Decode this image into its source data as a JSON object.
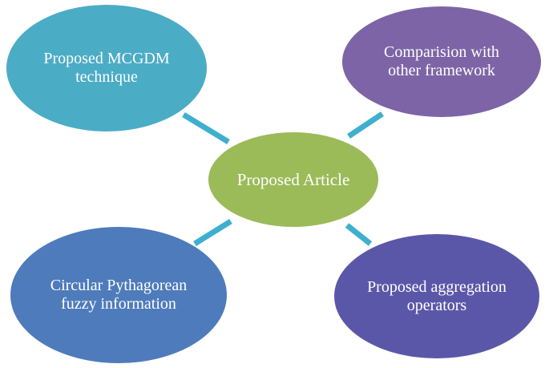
{
  "figure": {
    "background_color": "#ffffff",
    "text_color": "#ffffff",
    "connector_color": "#3fafd0",
    "center": {
      "label": "Proposed Article",
      "color": "#9bbb59"
    },
    "nodes": {
      "top_left": {
        "lines": [
          "Proposed MCGDM",
          "technique"
        ],
        "color": "#4bacc6"
      },
      "top_right": {
        "lines": [
          "Comparision with",
          "other framework"
        ],
        "color": "#7d64a6"
      },
      "bottom_left": {
        "lines": [
          "Circular Pythagorean",
          "fuzzy information"
        ],
        "color": "#4e7bbb"
      },
      "bottom_right": {
        "lines": [
          "Proposed aggregation",
          "operators"
        ],
        "color": "#5b57a8"
      }
    }
  }
}
